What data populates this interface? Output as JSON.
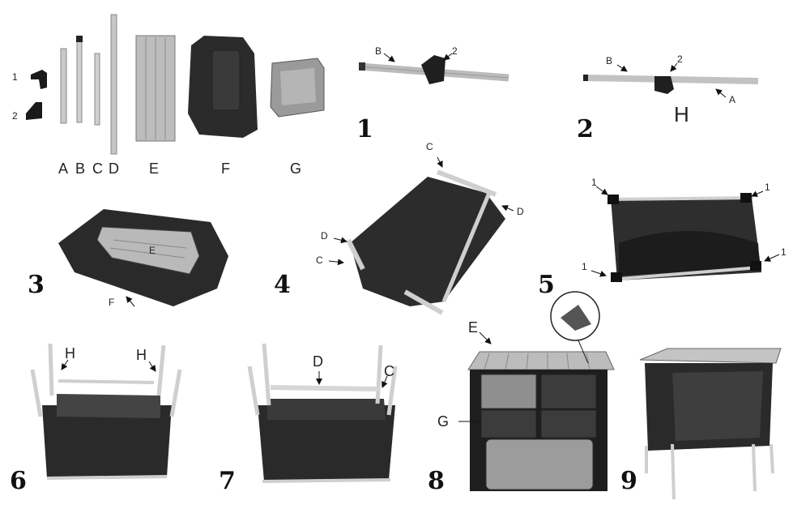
{
  "parts": {
    "labels": [
      "A",
      "B",
      "C",
      "D",
      "E",
      "F",
      "G"
    ],
    "connector_labels": [
      "1",
      "2"
    ]
  },
  "steps": [
    "1",
    "2",
    "3",
    "4",
    "5",
    "6",
    "7",
    "8",
    "9"
  ],
  "callouts": {
    "step1": [
      "B",
      "2"
    ],
    "step2": [
      "B",
      "2",
      "A",
      "H"
    ],
    "step3": [
      "E",
      "F"
    ],
    "step4": [
      "C",
      "D",
      "D",
      "C"
    ],
    "step5": [
      "1",
      "1",
      "1",
      "1"
    ],
    "step6": [
      "H",
      "H"
    ],
    "step7": [
      "D",
      "C"
    ],
    "step8": [
      "E",
      "G"
    ]
  }
}
